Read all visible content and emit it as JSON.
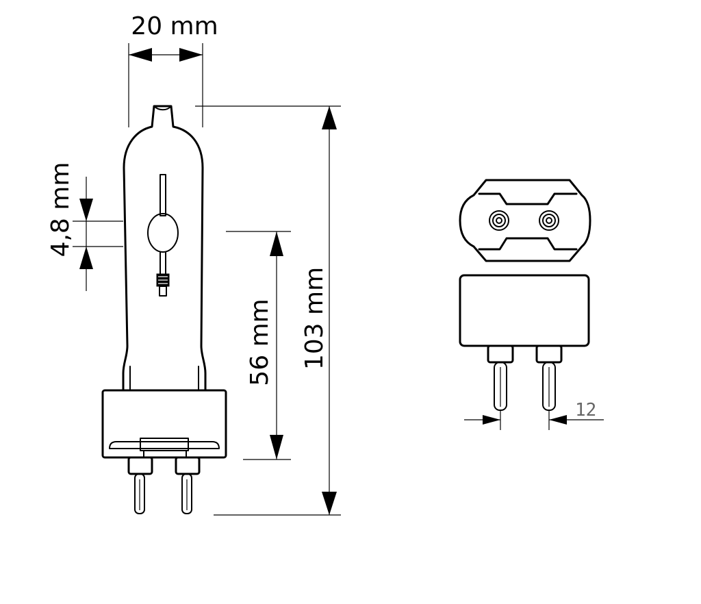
{
  "dimensions": {
    "width_label": "20 mm",
    "arc_gap_label": "4,8 mm",
    "light_center_label": "56 mm",
    "overall_length_label": "103 mm",
    "pin_spacing_label": "12"
  }
}
